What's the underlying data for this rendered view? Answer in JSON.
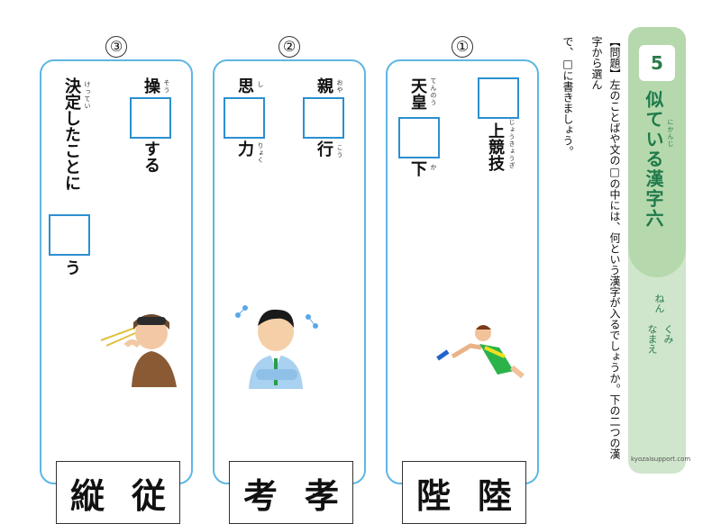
{
  "header": {
    "sheet_number": "5",
    "title": "似ている漢字六",
    "title_ruby": "にかんじ",
    "grade_label": "ねん",
    "class_label": "くみ",
    "name_label": "なまえ",
    "site": "kyozaisupport.com"
  },
  "question": {
    "line1": "【問題】左のことばや文の□の中には、何という漢字が入るでしょうか。下の二つの漢字から選ん",
    "line2": "で、□に書きましょう。"
  },
  "cards": [
    {
      "number": "①",
      "phrase_a": "上競技",
      "phrase_a_ruby": "じょうきょうぎ",
      "phrase_b_top": "天皇",
      "phrase_b_ruby": "てんのう",
      "phrase_b_bottom": "下",
      "phrase_b_bottom_ruby": "か",
      "choices": [
        "陛",
        "陸"
      ],
      "illustration": "runner"
    },
    {
      "number": "②",
      "phrase_a_top": "親",
      "phrase_a_top_ruby": "おや",
      "phrase_a_bottom": "行",
      "phrase_a_bottom_ruby": "こう",
      "phrase_b_top": "思",
      "phrase_b_top_ruby": "し",
      "phrase_b_bottom": "力",
      "phrase_b_bottom_ruby": "りょく",
      "choices": [
        "考",
        "孝"
      ],
      "illustration": "thinking-man"
    },
    {
      "number": "③",
      "phrase_a_top": "操",
      "phrase_a_top_ruby": "そう",
      "phrase_a_bottom": "する",
      "phrase_b_top": "決定したことに",
      "phrase_b_top_ruby": "けってい",
      "phrase_b_bottom": "う",
      "choices": [
        "縦",
        "従"
      ],
      "illustration": "pilot"
    }
  ]
}
